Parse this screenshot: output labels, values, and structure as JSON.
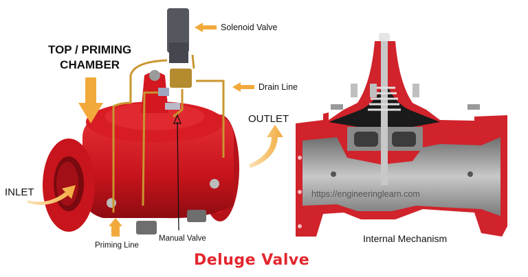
{
  "title": "Deluge Valve",
  "colors": {
    "title": "#e3262e",
    "valve_body": "#d41820",
    "arrow": "#f2a93b",
    "pipe": "#c9962e",
    "solenoid": "#5a5c66",
    "steel": "#9a9a9a"
  },
  "labels": {
    "solenoid_valve": "Solenoid Valve",
    "top_priming_chamber_line1": "TOP / PRIMING",
    "top_priming_chamber_line2": "CHAMBER",
    "drain_line": "Drain Line",
    "outlet": "OUTLET",
    "inlet": "INLET",
    "priming_line": "Priming Line",
    "manual_valve": "Manual Valve",
    "internal_mechanism": "Internal Mechanism"
  },
  "watermark": "https://engineeringlearn.com"
}
